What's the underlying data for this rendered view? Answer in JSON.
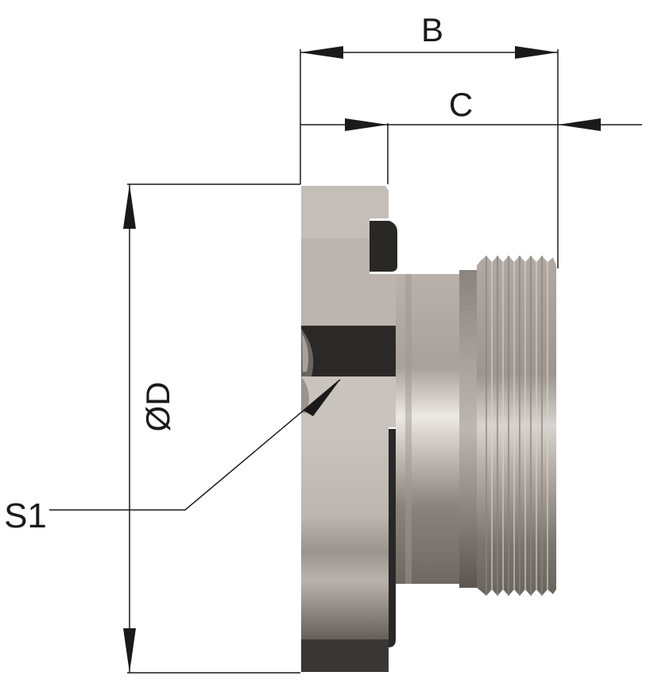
{
  "labels": {
    "dim_b": "B",
    "dim_c": "C",
    "dim_d": "ØD",
    "dim_s1": "S1"
  },
  "colors": {
    "line": "#1a1a1a",
    "metal_light": "#cdc8c3",
    "metal_mid": "#a39c96",
    "metal_dark": "#5e5853",
    "seal": "#2a2a2a"
  }
}
